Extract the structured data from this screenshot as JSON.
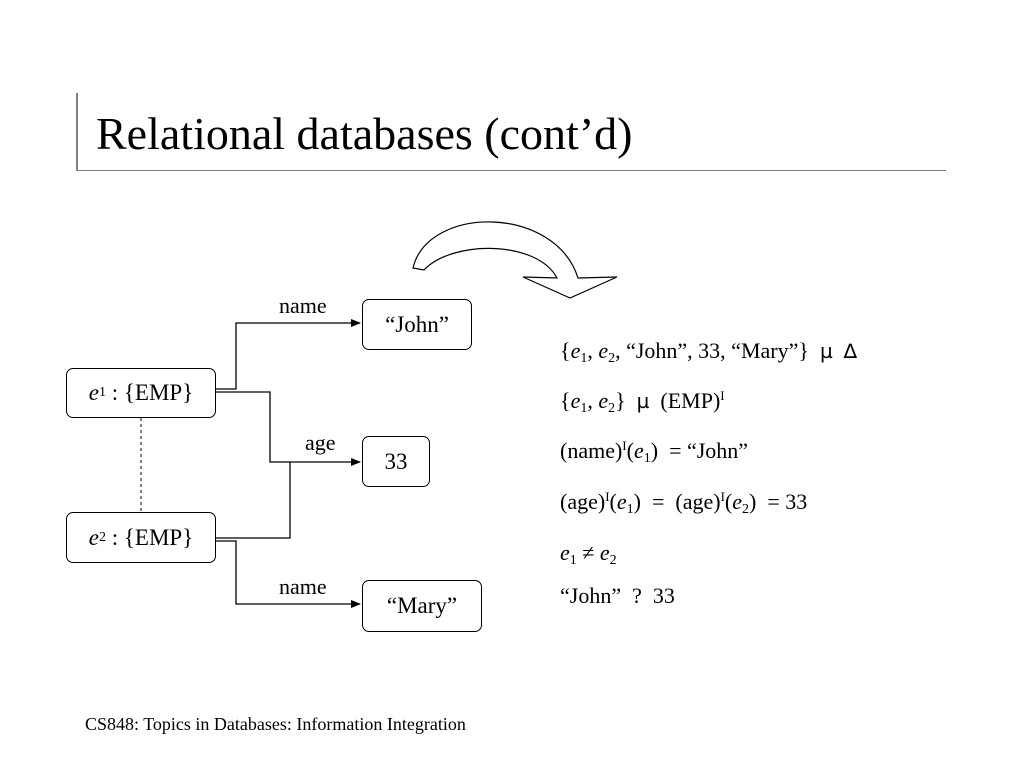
{
  "slide": {
    "title": "Relational databases (cont’d)",
    "footer": "CS848: Topics in Databases: Information Integration"
  },
  "diagram": {
    "nodes": {
      "e1": {
        "var": "e",
        "sub": "1",
        "rest": " : {EMP}"
      },
      "e2": {
        "var": "e",
        "sub": "2",
        "rest": " : {EMP}"
      },
      "john": "“John”",
      "num33": "33",
      "mary": "“Mary”"
    },
    "edge_labels": {
      "name_top": "name",
      "age": "age",
      "name_bottom": "name"
    }
  },
  "statements": {
    "l1": {
      "open": "{",
      "e": "e",
      "s1": "1",
      "s2": "2",
      "rest": ", “John”, 33, “Mary”}",
      "mu": "µ",
      "delta": "∆"
    },
    "l2": {
      "open": "{",
      "e": "e",
      "s1": "1",
      "s2": "2",
      "close": "}",
      "mu": "µ",
      "emp": "(EMP)",
      "sup": "I"
    },
    "l3": {
      "fn": "(name)",
      "sup": "I",
      "e": "e",
      "s1": "1",
      "rest": "= “John”"
    },
    "l4": {
      "fn": "(age)",
      "sup": "I",
      "e": "e",
      "s1": "1",
      "s2": "2",
      "eq": "=",
      "fn2": "(age)",
      "val": "= 33"
    },
    "l5": {
      "e": "e",
      "s1": "1",
      "neq": "≠",
      "s2": "2"
    },
    "l6": {
      "text": "“John”  ?  33"
    }
  }
}
